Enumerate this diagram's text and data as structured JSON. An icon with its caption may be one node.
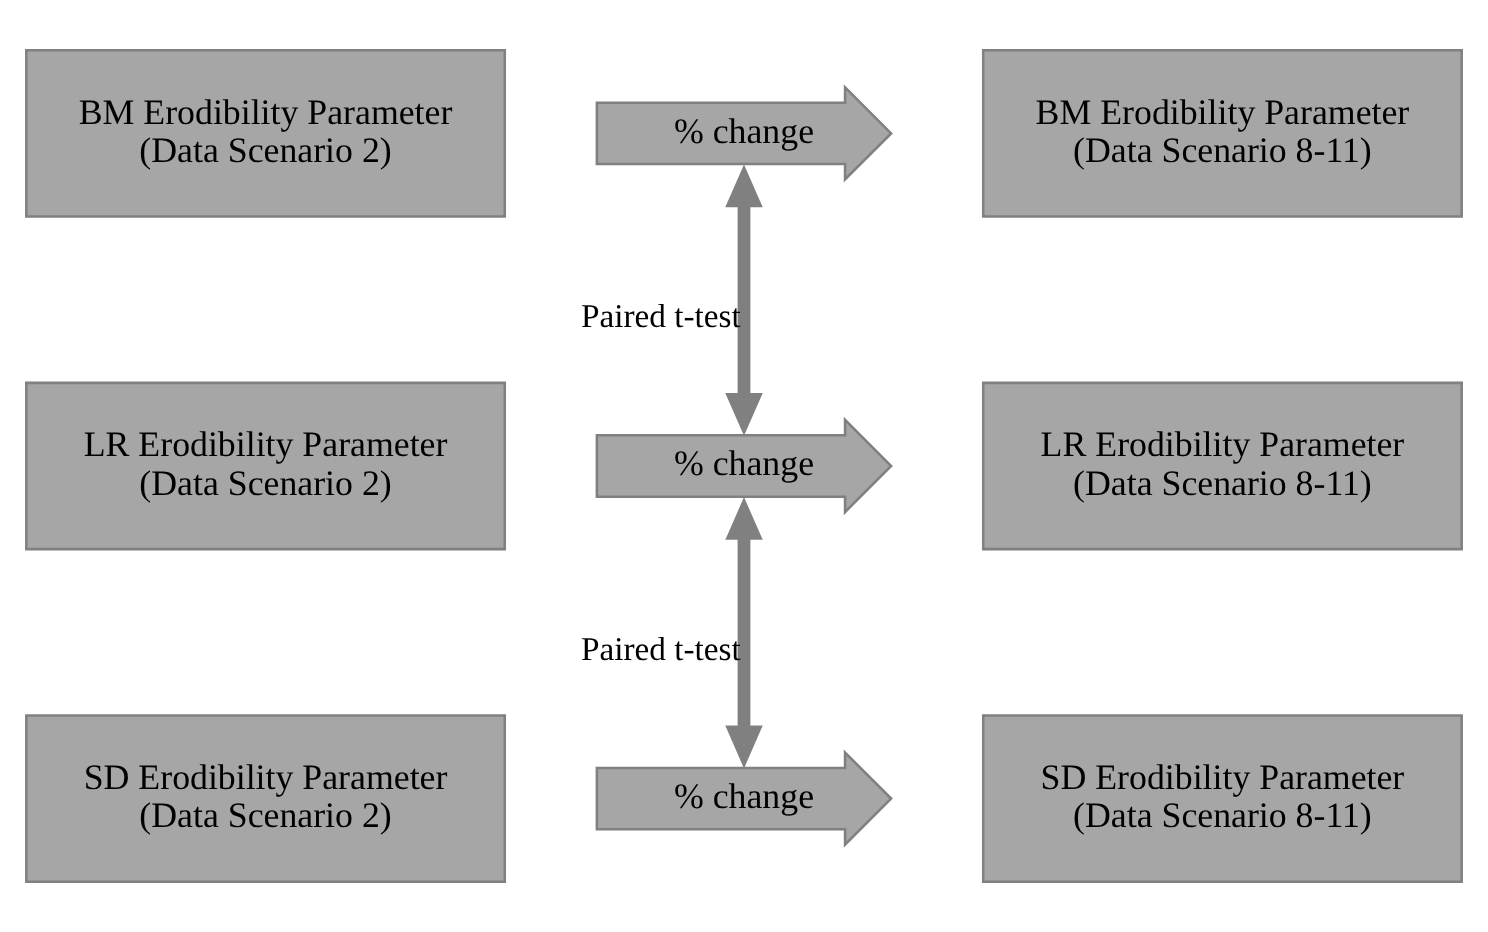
{
  "diagram": {
    "nodes": [
      {
        "text": [
          "BM Erodibility Parameter (Data Scenario 2)"
        ]
      },
      {
        "text": [
          "BM Erodibility Parameter (Data Scenario 8-11)"
        ]
      },
      {
        "text": [
          "LR Erodibility Parameter (Data Scenario 2)"
        ]
      },
      {
        "text": [
          "LR Erodibility Parameter (Data Scenario 8-11)"
        ]
      },
      {
        "text": [
          "SD Erodibility Parameter (Data Scenario 2)"
        ]
      },
      {
        "text": [
          "SD Erodibility Parameter (Data Scenario 8-11)"
        ]
      },
      {
        "text": [
          "% change"
        ]
      },
      {
        "text": [
          "% change"
        ]
      },
      {
        "text": [
          "% change"
        ]
      }
    ],
    "edges": [
      {
        "from": 6,
        "to": 7,
        "arrow": "both",
        "label": "Paired t-test"
      },
      {
        "from": 7,
        "to": 8,
        "arrow": "both",
        "label": "Paired t-test"
      }
    ]
  }
}
